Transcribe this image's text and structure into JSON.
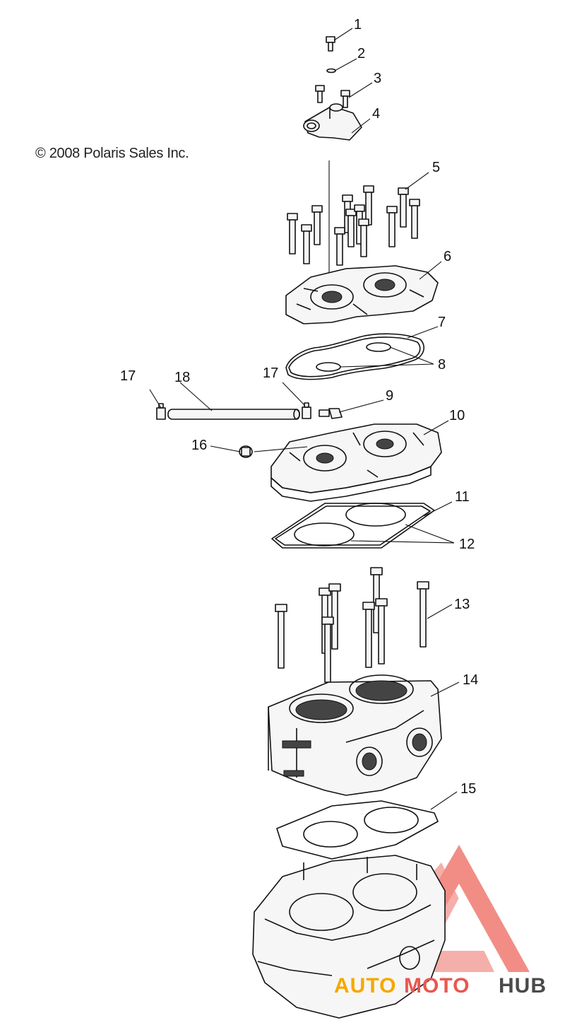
{
  "diagram": {
    "copyright": "© 2008 Polaris Sales Inc.",
    "callouts": [
      "1",
      "2",
      "3",
      "4",
      "5",
      "6",
      "7",
      "8",
      "9",
      "10",
      "11",
      "12",
      "13",
      "14",
      "15",
      "16",
      "17",
      "17",
      "18"
    ],
    "watermark": {
      "part1": "AUTO",
      "part2": "MOTO",
      "part3": "HUB",
      "colors": {
        "auto": "#f5a800",
        "moto": "#e8574f",
        "hub": "#4a4a4a",
        "triangle": "#e8574f"
      }
    }
  }
}
